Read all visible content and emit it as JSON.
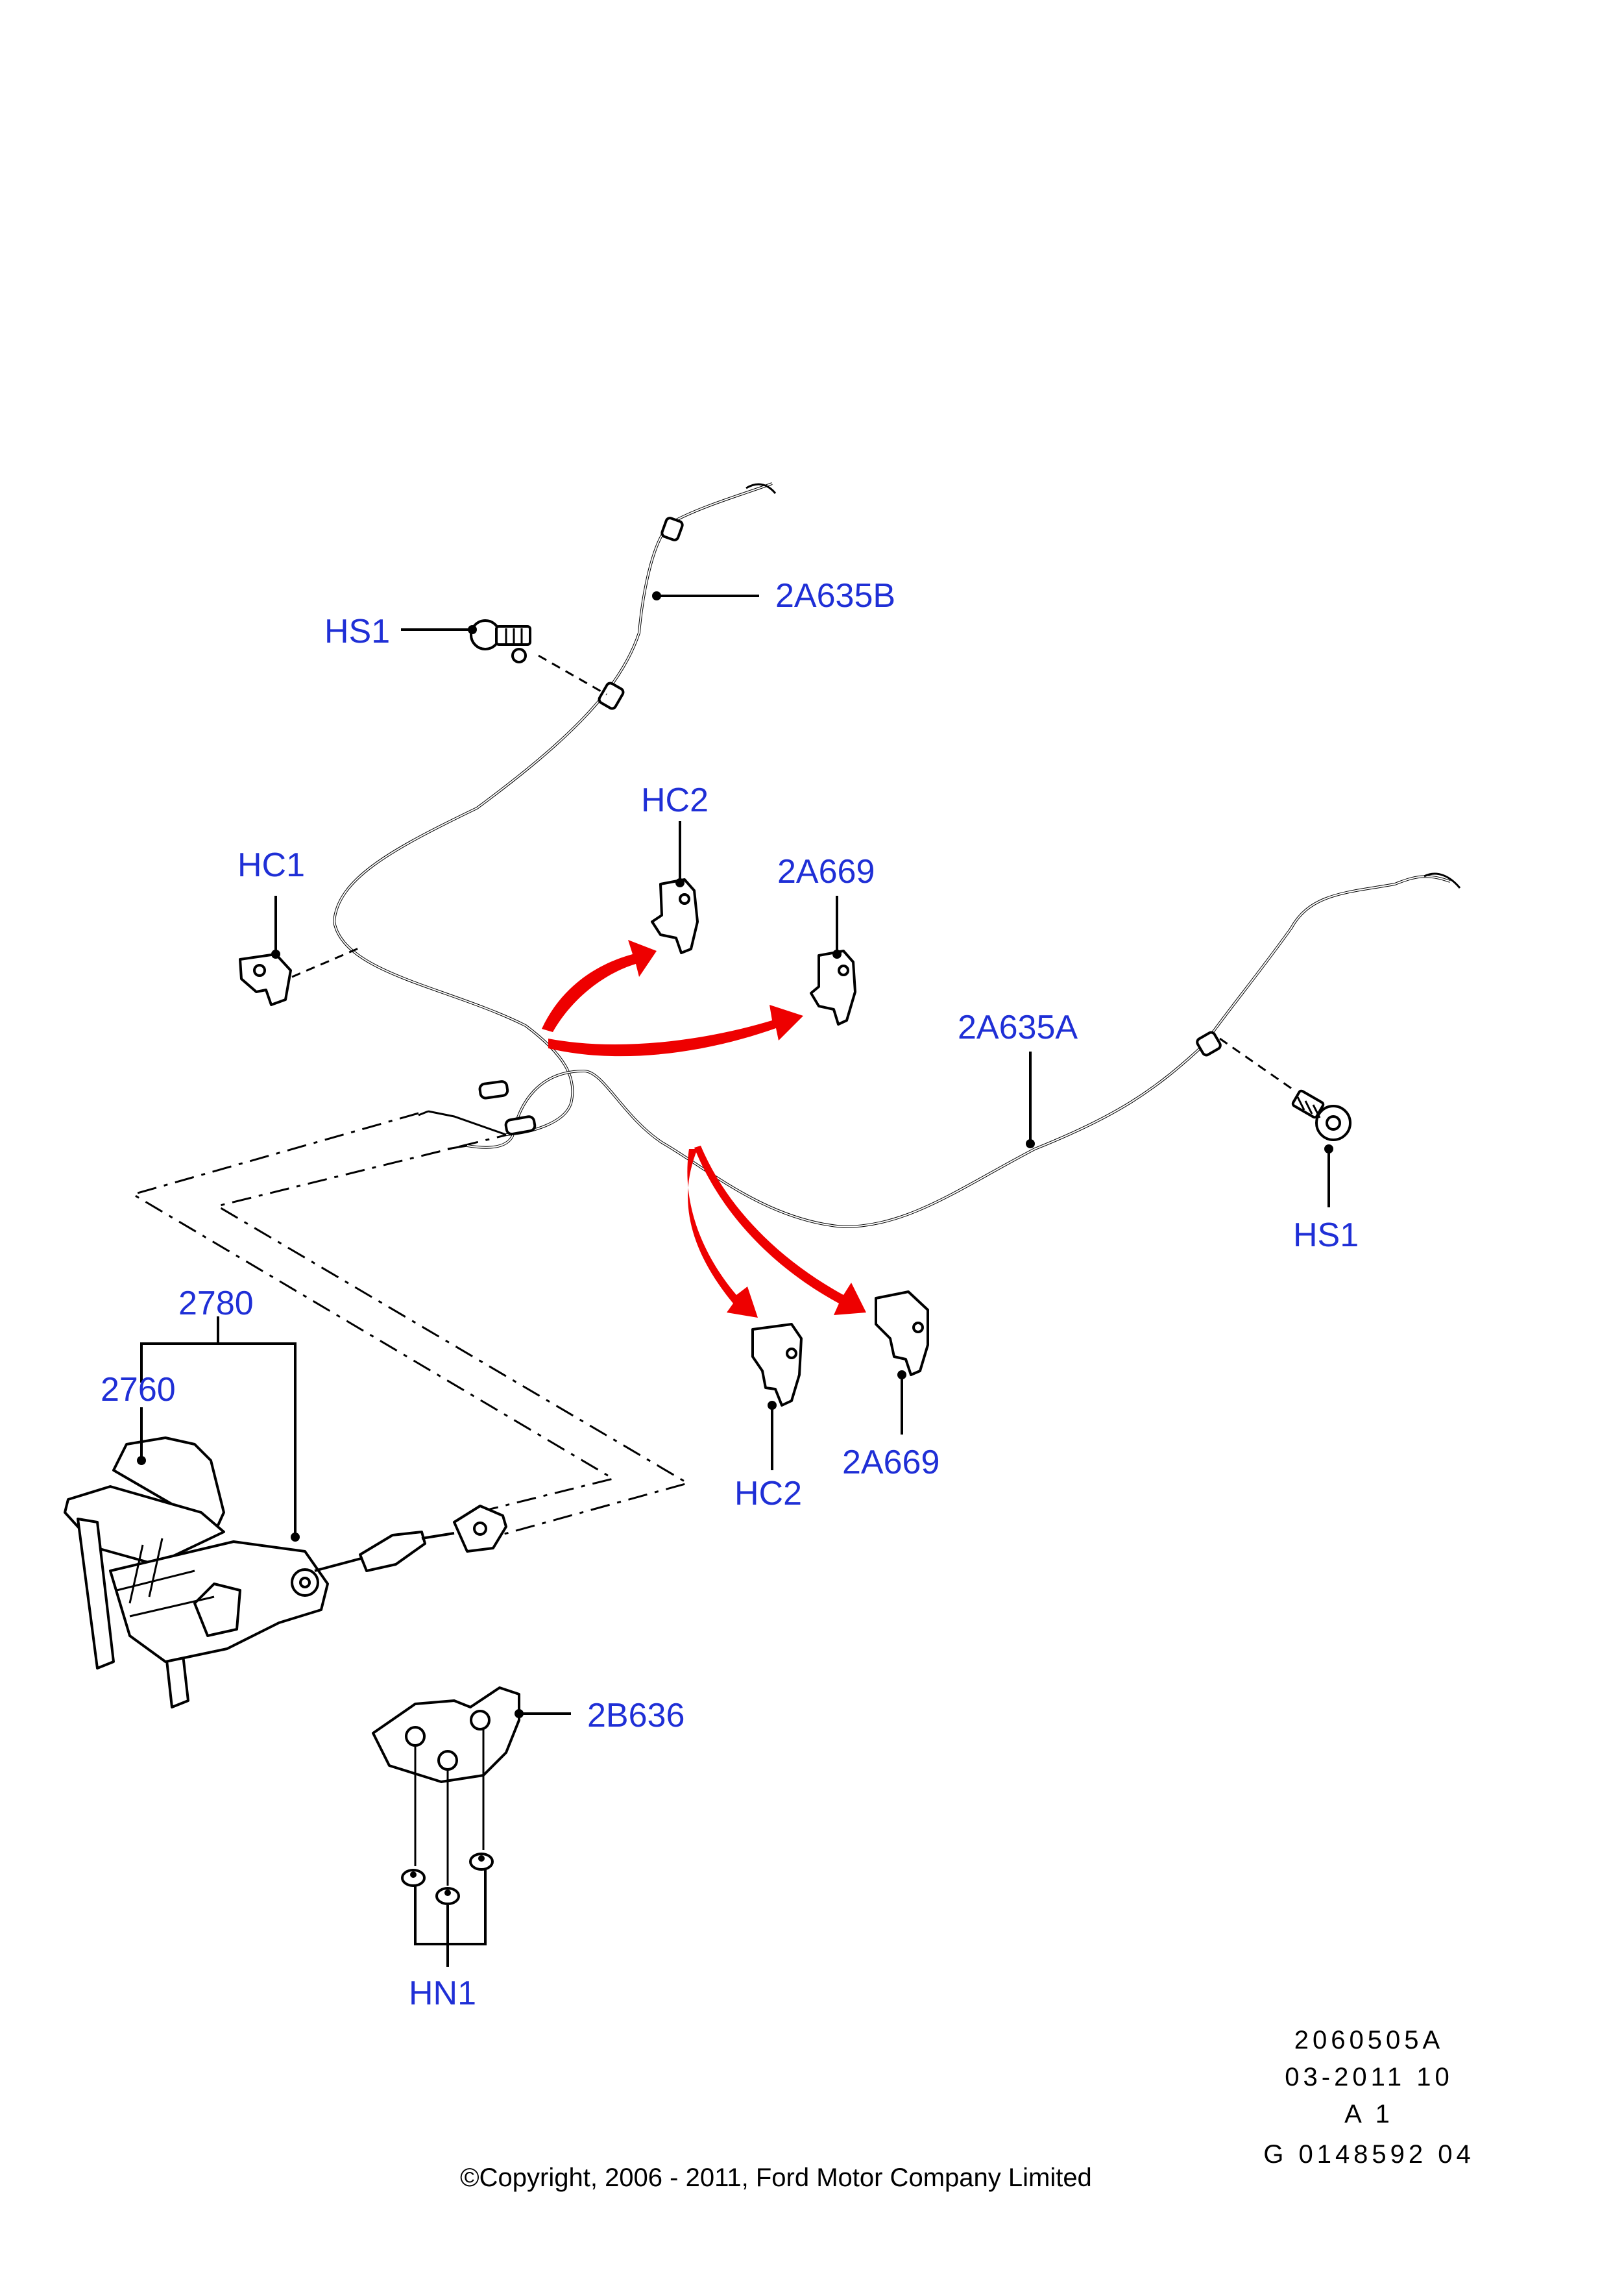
{
  "diagram": {
    "callouts": {
      "cable_rear_right": "2A635B",
      "screw_upper": "HS1",
      "clip_left": "HC1",
      "clip_upper": "HC2",
      "bracket_upper": "2A669",
      "cable_rear_left": "2A635A",
      "screw_right": "HS1",
      "lever_assembly": "2780",
      "lever": "2760",
      "clip_lower": "HC2",
      "bracket_lower": "2A669",
      "cover": "2B636",
      "nuts": "HN1"
    },
    "info": {
      "ref_number": "2060505A",
      "date_code": "03-2011 10",
      "revision": "A 1",
      "g_number": "G 0148592 04"
    },
    "copyright": "©Copyright, 2006 - 2011, Ford Motor Company Limited",
    "colors": {
      "callout_text": "#1f2fd6",
      "arrow": "#ee0000",
      "line": "#000000"
    }
  }
}
